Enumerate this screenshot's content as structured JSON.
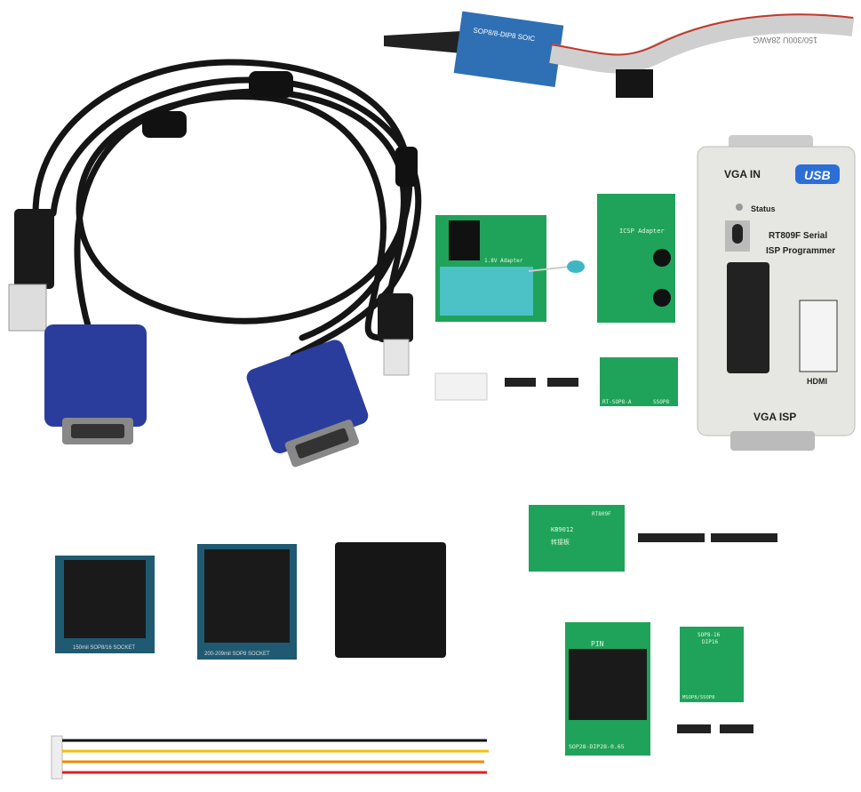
{
  "programmer": {
    "vga_in": "VGA IN",
    "usb_logo": "USB",
    "status": "Status",
    "model_line1": "RT809F Serial",
    "model_line2": "ISP Programmer",
    "hdmi": "HDMI",
    "vga_isp": "VGA ISP"
  },
  "adapters": {
    "adapter_18v": "1.8V Adapter",
    "icsp": "ICSP Adapter",
    "rt_sop8": "RT-SOP8-A",
    "ssop8": "SSOP8",
    "kb9012": "KB9012",
    "kb9012_sub": "转接板",
    "rt809": "RT809F",
    "sop28": "SOP28-DIP28-0.65",
    "pin": "PIN",
    "sop816": "SOP8-16",
    "dip16": "DIP16",
    "msop8": "MSOP8/SSOP8"
  },
  "sockets": {
    "socket_150": "150mil SOP8/16 SOCKET",
    "socket_200": "200-209mil SOP8 SOCKET"
  },
  "clip": {
    "label": "SOP8/8-DIP8 SOIC",
    "ribbon": "150/300U 28AWG"
  },
  "colors": {
    "pcb_green": "#1fa35a",
    "vga_blue": "#2b3d9c",
    "programmer_body": "#e6e6e3",
    "zif_blue": "#4cc1c6"
  }
}
